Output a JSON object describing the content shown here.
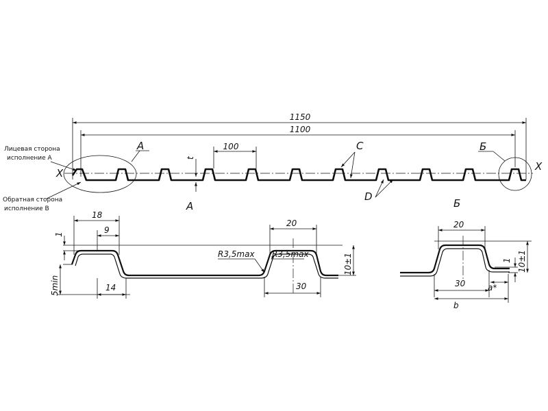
{
  "overall_length": "1150",
  "working_length": "1100",
  "pitch": "100",
  "thickness_label": "t",
  "axis_label_left": "X",
  "axis_label_right": "X",
  "face_side_label": [
    "Лицевая сторона",
    "исполнение А"
  ],
  "back_side_label": [
    "Обратная сторона",
    "исполнение В"
  ],
  "marker_a": "А",
  "marker_b": "Б",
  "marker_c": "C",
  "marker_d": "D",
  "view_a_title": "А",
  "view_b_title": "Б",
  "view_a": {
    "dim_thickness": "1",
    "dim_edge_width": "18",
    "dim_edge_top": "9",
    "dim_edge_base": "14",
    "dim_edge_height": "5min",
    "radius_outer": "R3,5max",
    "radius_inner": "R3,5max",
    "dim_rib_top": "20",
    "dim_rib_base": "30",
    "dim_rib_height": "10±1"
  },
  "view_b": {
    "dim_rib_top": "20",
    "dim_rib_base": "30",
    "dim_rib_height": "10±1",
    "dim_step": "1",
    "dim_a": "a*",
    "dim_b": "b"
  }
}
